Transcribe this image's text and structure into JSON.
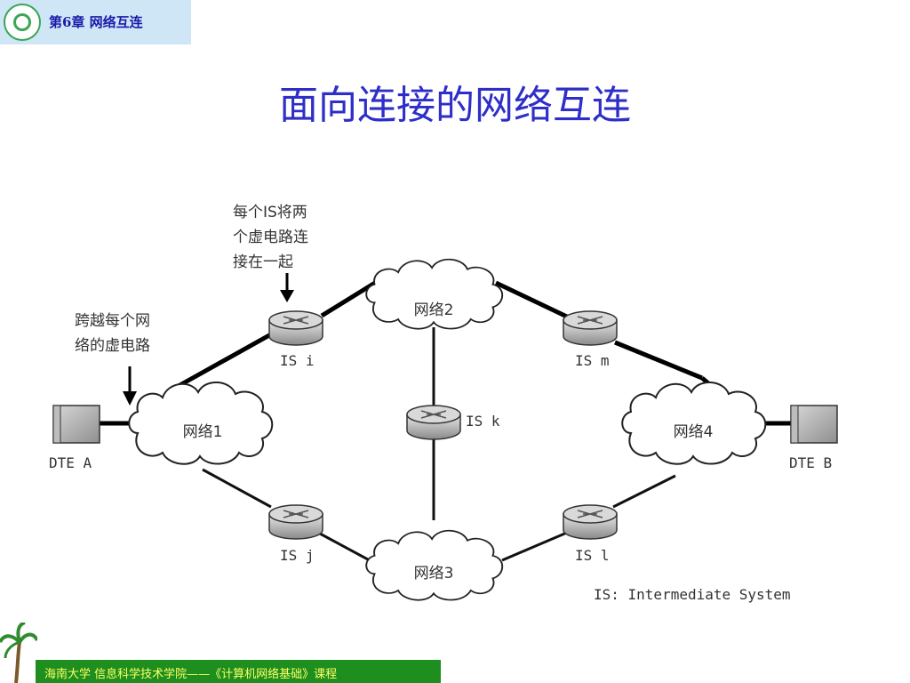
{
  "header": {
    "chapter": "第6章    网络互连"
  },
  "title": "面向连接的网络互连",
  "diagram": {
    "annotation_is_connect": [
      "每个IS将两",
      "个虚电路连",
      "接在一起"
    ],
    "annotation_cross": [
      "跨越每个网",
      "络的虚电路"
    ],
    "networks": {
      "n1": "网络1",
      "n2": "网络2",
      "n3": "网络3",
      "n4": "网络4"
    },
    "routers": {
      "i": "IS i",
      "k": "IS k",
      "m": "IS m",
      "j": "IS j",
      "l": "IS l"
    },
    "dte_a": "DTE A",
    "dte_b": "DTE B",
    "legend": "IS: Intermediate System"
  },
  "footer": {
    "text": "海南大学  信息科学技术学院——《计算机网络基础》课程"
  }
}
